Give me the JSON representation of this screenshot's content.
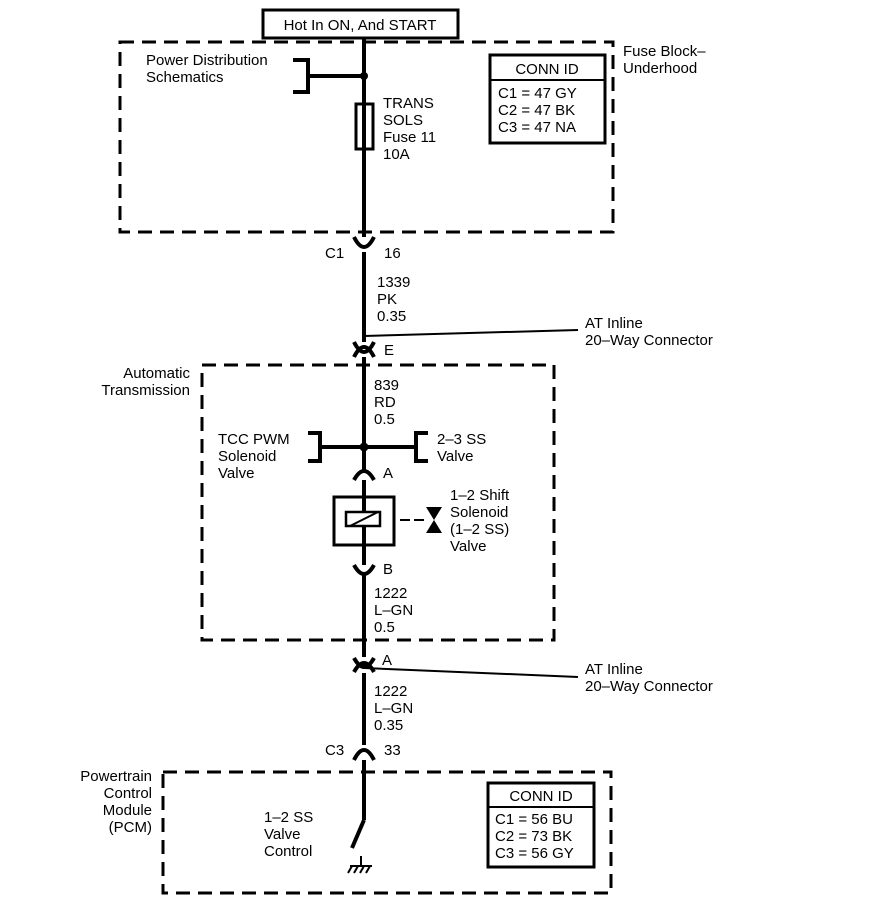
{
  "header": {
    "power_label": "Hot In ON, And START"
  },
  "fuse_block": {
    "name": [
      "Fuse Block–",
      "Underhood"
    ],
    "feed": [
      "Power Distribution",
      "Schematics"
    ],
    "fuse": [
      "TRANS",
      "SOLS",
      "Fuse 11",
      "10A"
    ],
    "conn_id": {
      "title": "CONN ID",
      "rows": [
        "C1 = 47 GY",
        "C2 = 47 BK",
        "C3 = 47 NA"
      ]
    }
  },
  "connectors": {
    "c1": {
      "name": "C1",
      "pin": "16"
    },
    "inline_top": {
      "pin": "E",
      "label": [
        "AT Inline",
        "20–Way Connector"
      ]
    },
    "inline_bottom": {
      "pin": "A",
      "label": [
        "AT Inline",
        "20–Way Connector"
      ]
    },
    "c3": {
      "name": "C3",
      "pin": "33"
    }
  },
  "wires": {
    "w1339": [
      "1339",
      "PK",
      "0.35"
    ],
    "w839": [
      "839",
      "RD",
      "0.5"
    ],
    "w1222_a": [
      "1222",
      "L–GN",
      "0.5"
    ],
    "w1222_b": [
      "1222",
      "L–GN",
      "0.35"
    ]
  },
  "transmission": {
    "name": [
      "Automatic",
      "Transmission"
    ],
    "tcc": [
      "TCC PWM",
      "Solenoid",
      "Valve"
    ],
    "ss23": [
      "2–3 SS",
      "Valve"
    ],
    "pin_a": "A",
    "pin_b": "B",
    "solenoid": [
      "1–2 Shift",
      "Solenoid",
      "(1–2 SS)",
      "Valve"
    ]
  },
  "pcm": {
    "name": [
      "Powertrain",
      "Control",
      "Module",
      "(PCM)"
    ],
    "control": [
      "1–2 SS",
      "Valve",
      "Control"
    ],
    "conn_id": {
      "title": "CONN ID",
      "rows": [
        "C1 = 56 BU",
        "C2 = 73 BK",
        "C3 = 56 GY"
      ]
    }
  }
}
